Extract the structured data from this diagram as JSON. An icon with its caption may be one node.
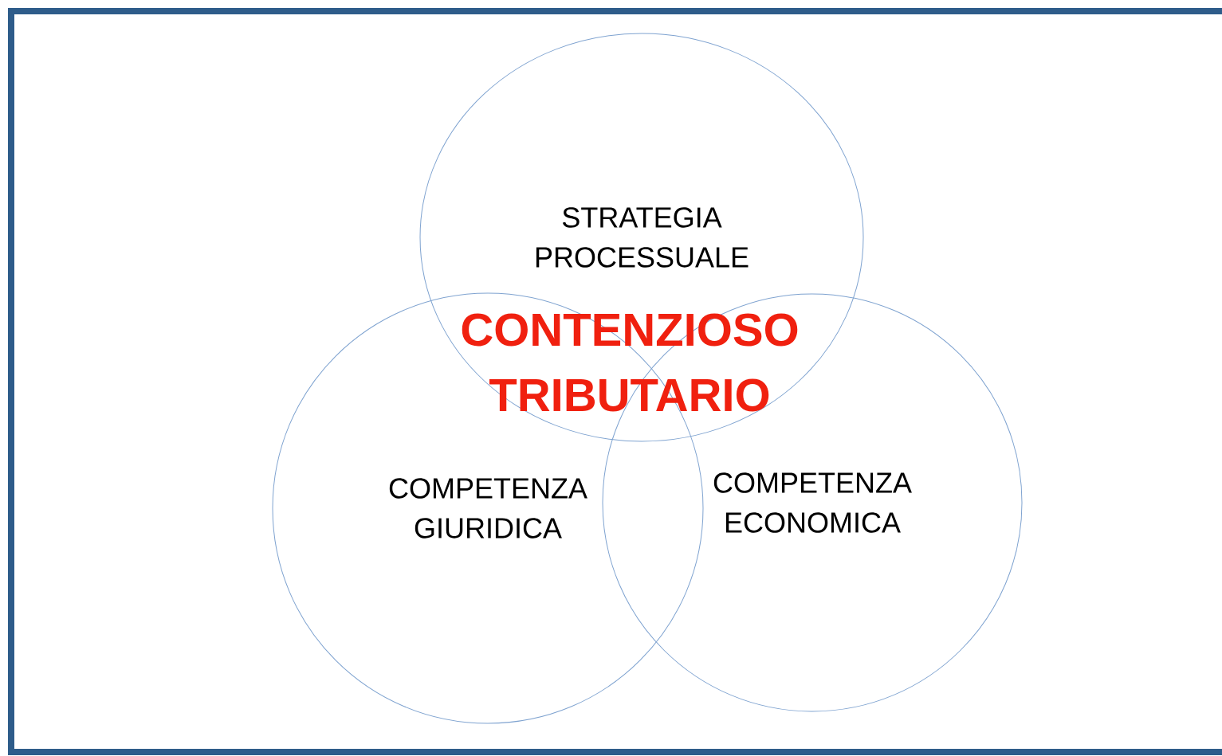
{
  "diagram": {
    "nodes": [
      {
        "text": [
          "STRATEGIA PROCESSUALE"
        ]
      },
      {
        "text": [
          "COMPETENZA GIURIDICA"
        ]
      },
      {
        "text": [
          "COMPETENZA ECONOMICA"
        ]
      }
    ],
    "labels": [
      "CONTENZIOSO TRIBUTARIO"
    ]
  }
}
